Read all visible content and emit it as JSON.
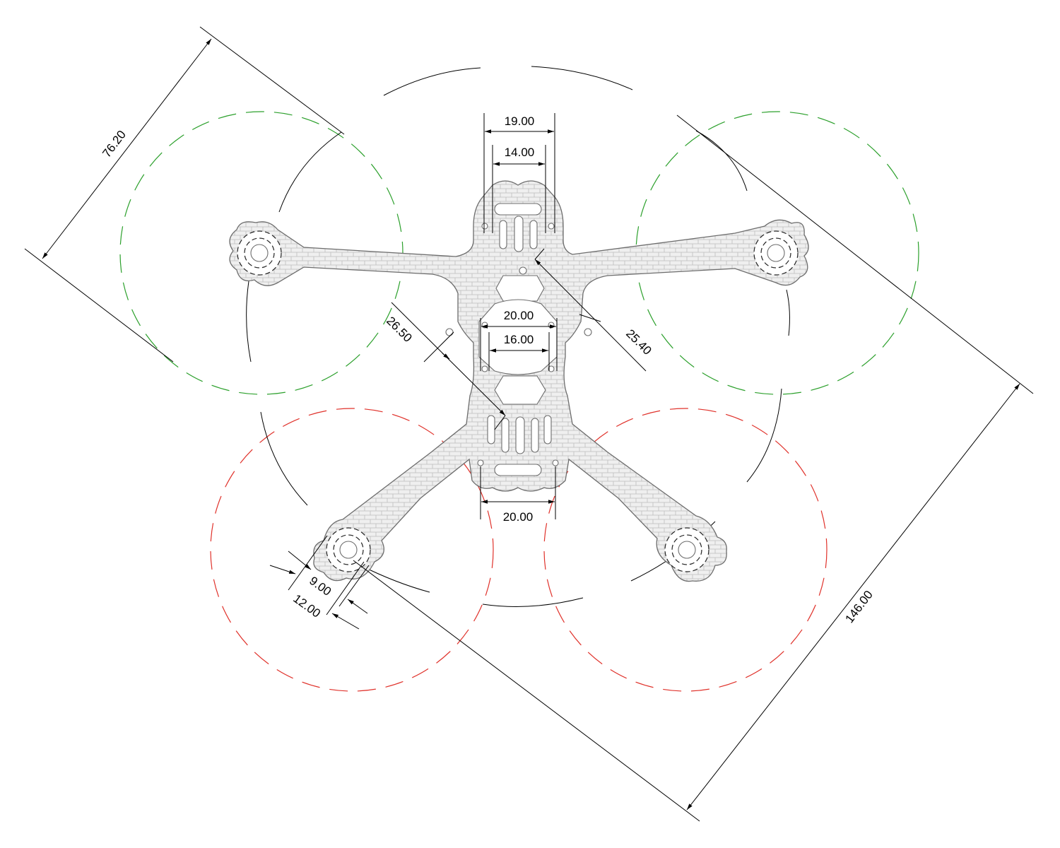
{
  "drawing": {
    "dimensions": {
      "stack_outer_top": "19.00",
      "stack_inner_top": "14.00",
      "stack_outer_mid": "20.00",
      "stack_inner_mid": "16.00",
      "bottom_width": "20.00",
      "arm_length": "76.20",
      "diag_mid_left": "26.50",
      "diag_mid_right": "25.40",
      "motor_inner": "9.00",
      "motor_outer": "12.00",
      "wheelbase": "146.00"
    },
    "colors": {
      "front_props": "#2ca02c",
      "rear_props": "#e0322b",
      "frame_outline": "#6d6d6d",
      "lines": "#000000"
    },
    "icons": [
      "frame-plate-icon",
      "propeller-circle-icon",
      "motor-mount-icon",
      "dimension-arrow-icon"
    ]
  }
}
